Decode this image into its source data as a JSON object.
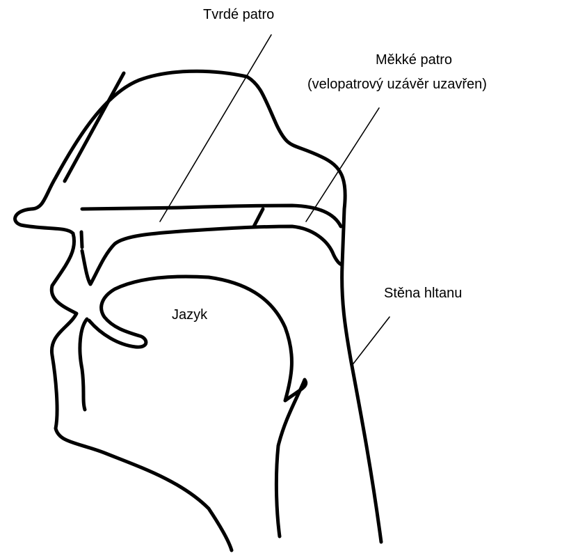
{
  "labels": {
    "hard_palate": "Tvrdé patro",
    "soft_palate_line1": "Měkké patro",
    "soft_palate_line2": "(velopatrový uzávěr uzavřen)",
    "tongue": "Jazyk",
    "pharyngeal_wall": "Stěna hltanu"
  },
  "colors": {
    "stroke": "#000000",
    "background": "#ffffff"
  }
}
